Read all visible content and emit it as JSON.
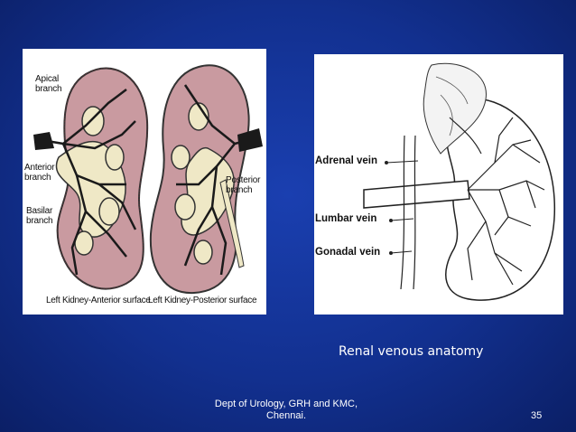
{
  "left_figure": {
    "labels": {
      "apical": "Apical\nbranch",
      "anterior": "Anterior\nbranch",
      "basilar": "Basilar\nbranch",
      "posterior": "Posterior\nbranch"
    },
    "caption_anterior": "Left Kidney-Anterior surface",
    "caption_posterior": "Left Kidney-Posterior surface"
  },
  "right_figure": {
    "labels": {
      "adrenal": "Adrenal vein",
      "lumbar": "Lumbar vein",
      "gonadal": "Gonadal vein"
    }
  },
  "caption": "Renal venous anatomy",
  "footer": "Dept of Urology, GRH and KMC,\nChennai.",
  "page_number": "35",
  "colors": {
    "background": "#12308f",
    "kidney": "#c99aa0",
    "pelvis": "#efe8c6",
    "vessel": "#1a1a1a"
  }
}
